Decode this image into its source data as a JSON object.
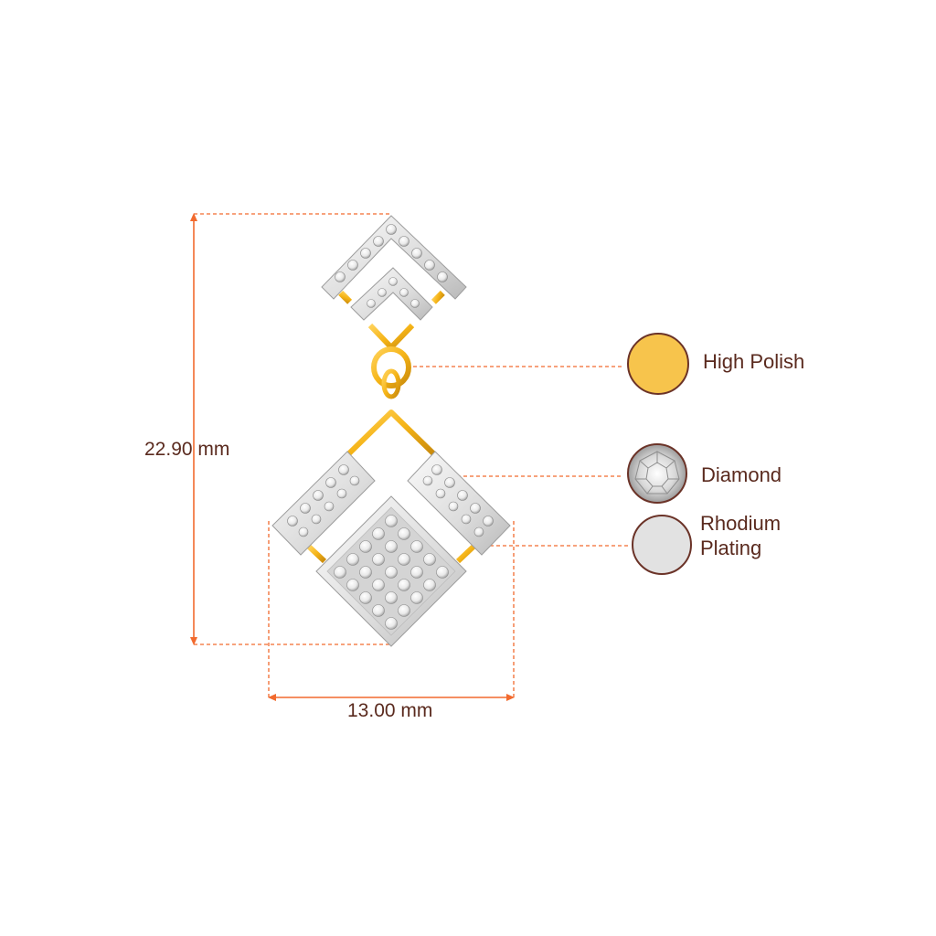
{
  "dimensions": {
    "height_label": "22.90 mm",
    "width_label": "13.00 mm"
  },
  "legend": [
    {
      "id": "high-polish",
      "line1": "High Polish",
      "line2": "",
      "swatch": "#f7c44c"
    },
    {
      "id": "diamond",
      "line1": "Diamond",
      "line2": "",
      "swatch": "#e8e8e8"
    },
    {
      "id": "rhodium",
      "line1": "Rhodium",
      "line2": "Plating",
      "swatch": "#e2e2e2"
    }
  ],
  "colors": {
    "dimension_line": "#f26a2e",
    "text": "#5a2a1e",
    "swatch_border": "#6b3328",
    "gold": "#f5b417",
    "gold_dark": "#c98a0c",
    "white_metal": "#e6e6e6",
    "diamond": "#f4f4f4"
  }
}
